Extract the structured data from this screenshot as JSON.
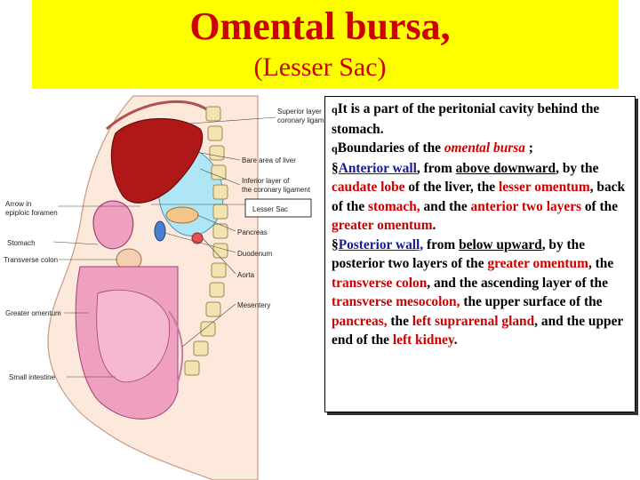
{
  "title": {
    "main": "Omental bursa,",
    "sub": "(Lesser Sac)"
  },
  "figure": {
    "labels": {
      "superior_layer": "Superior layer of",
      "coronary_ligament_1": "coronary ligament",
      "bare_area": "Bare area of liver",
      "inferior_layer": "Inferior layer of",
      "coronary_ligament_2": "the coronary ligament",
      "arrow_in": "Arrow in",
      "epiploic_foramen": "epiploic foramen",
      "lesser_sac": "Lesser Sac",
      "pancreas": "Pancreas",
      "stomach": "Stomach",
      "duodenum": "Duodenum",
      "aorta": "Aorta",
      "transverse_colon": "Transverse colon",
      "mesentery": "Mesentery",
      "greater_omentum": "Greater omentum",
      "small_intestine": "Small intestine"
    }
  },
  "text": {
    "p1": {
      "mark": "q",
      "t1": "It is a part of the peritonial cavity behind the stomach."
    },
    "p2": {
      "mark": "q",
      "t1": "Boundaries of the ",
      "t2": "omental bursa",
      "t3": " ;"
    },
    "p3": {
      "mark": "§",
      "t1": "Anterior wall",
      "t2": ", from ",
      "t3": "above downward",
      "t4": ", by the ",
      "t5": "caudate lobe",
      "t6": " of the liver, the ",
      "t7": "lesser omentum",
      "t8": ", back of the ",
      "t9": "stomach,",
      "t10": " and the ",
      "t11": "anterior two layers",
      "t12": " of the ",
      "t13": "greater omentum",
      "t14": "."
    },
    "p4": {
      "mark": "§",
      "t1": "Posterior wall,",
      "t2": " from ",
      "t3": "below upward",
      "t4": ", by the posterior two layers of the ",
      "t5": "greater omentum",
      "t6": ", the ",
      "t7": "transverse colon",
      "t8": ", and the ascending layer of the ",
      "t9": "transverse mesocolon,",
      "t10": " the upper surface of the ",
      "t11": "pancreas,",
      "t12": " the ",
      "t13": "left suprarenal gland",
      "t14": ", and the upper end of the ",
      "t15": "left kidney",
      "t16": "."
    }
  },
  "colors": {
    "title": "#cc0000",
    "band": "#ffff00",
    "emphasis": "#cc0000",
    "liver": "#b01818",
    "lesser_sac": "#aee6f5",
    "viscera": "#ef9fbf",
    "vertebra": "#f2e4b0"
  }
}
